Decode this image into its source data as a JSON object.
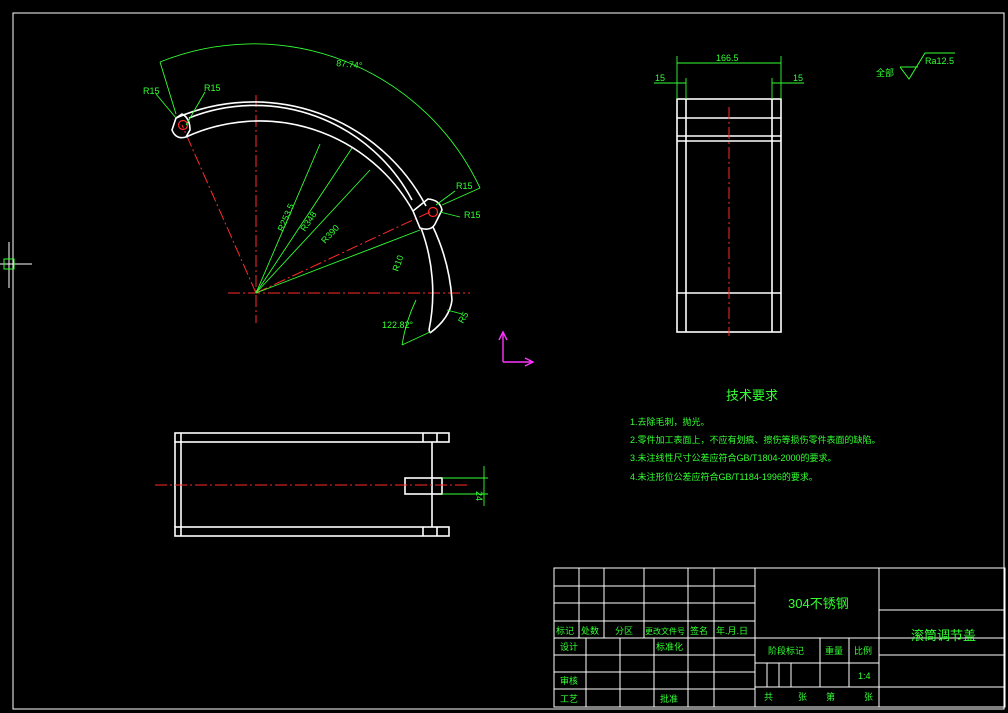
{
  "drawing": {
    "title": "滚筒调节盖",
    "material": "304不锈钢",
    "scale": "1:4",
    "roughness": {
      "prefix": "全部",
      "value": "Ra12.5"
    }
  },
  "dimensions": {
    "arc_angle": "87.74°",
    "lower_angle": "122.82°",
    "r15": "R15",
    "r253": "R253.5",
    "r_inner": "R348",
    "r_outer": "R390",
    "r10": "R10",
    "r5": "R5",
    "width_top": "166.5",
    "flange_left": "15",
    "flange_right": "15",
    "slot": "24"
  },
  "tech_requirements": {
    "heading": "技术要求",
    "items": [
      "1.去除毛刺，抛光。",
      "2.零件加工表面上，不应有划痕、擦伤等损伤零件表面的缺陷。",
      "3.未注线性尺寸公差应符合GB/T1804-2000的要求。",
      "4.未注形位公差应符合GB/T1184-1996的要求。"
    ]
  },
  "title_block": {
    "row_labels": [
      "标记",
      "处数",
      "分区",
      "更改文件号",
      "签名",
      "年.月.日"
    ],
    "design": "设计",
    "standardize": "标准化",
    "check": "审核",
    "process": "工艺",
    "approve": "批准",
    "stage_mark": "阶段标记",
    "weight": "重量",
    "ratio": "比例",
    "total": "共",
    "sheets": "张",
    "page": "第",
    "sheet_unit": "张"
  }
}
